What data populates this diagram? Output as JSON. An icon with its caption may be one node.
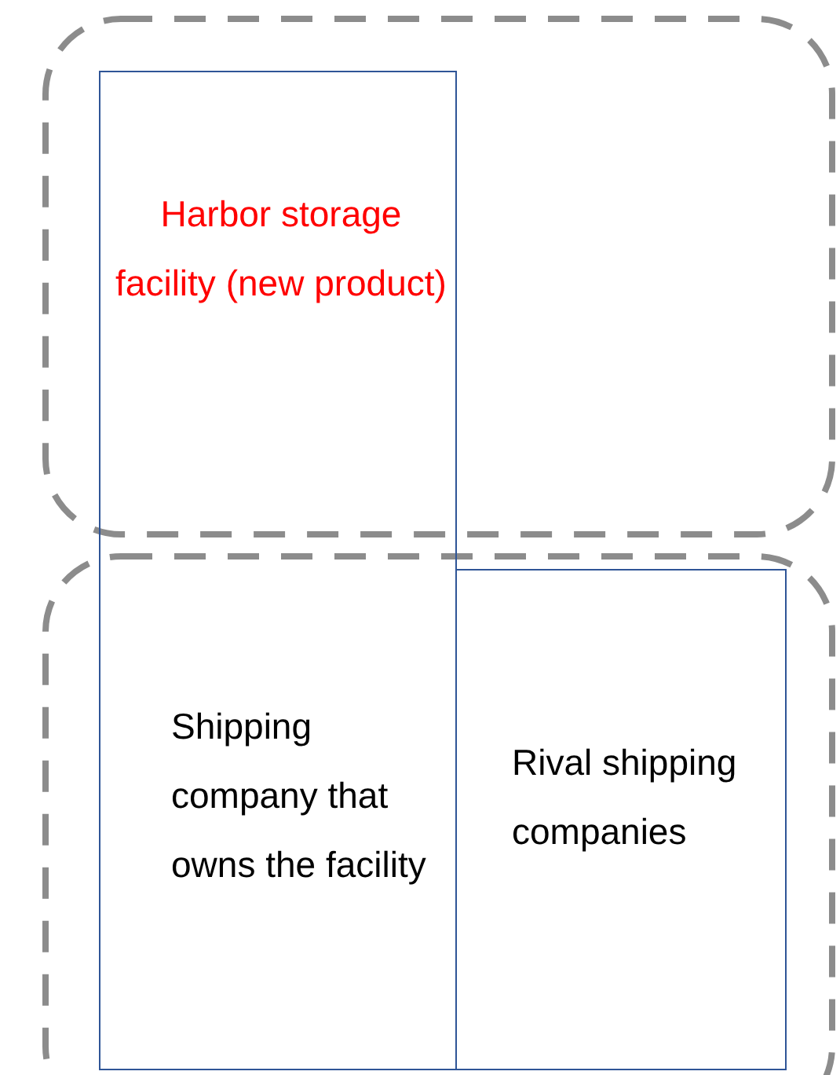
{
  "diagram": {
    "nodes": [
      {
        "text": [
          "Harbor storage facility (new product)",
          "Shipping company that owns the facility"
        ]
      },
      {
        "text": [
          "Rival shipping companies"
        ]
      }
    ]
  }
}
